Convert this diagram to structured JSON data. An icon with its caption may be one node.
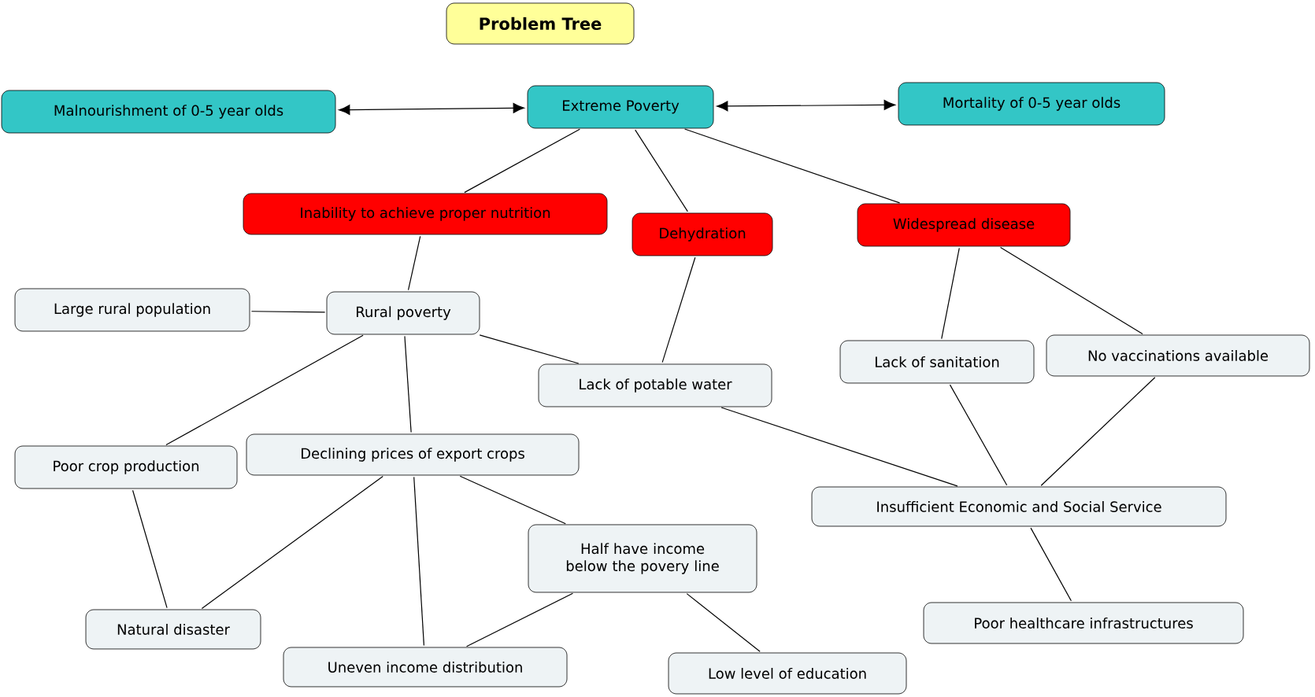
{
  "diagram": {
    "title": "Problem Tree",
    "nodes": [
      {
        "text": [
          "Malnourishment of 0-5 year olds"
        ]
      },
      {
        "text": [
          "Extreme Poverty"
        ]
      },
      {
        "text": [
          "Mortality of 0-5 year olds"
        ]
      },
      {
        "text": [
          "Inability to achieve proper nutrition"
        ]
      },
      {
        "text": [
          "Dehydration"
        ]
      },
      {
        "text": [
          "Widespread disease"
        ]
      },
      {
        "text": [
          "Large rural population"
        ]
      },
      {
        "text": [
          "Rural poverty"
        ]
      },
      {
        "text": [
          "Lack of potable water"
        ]
      },
      {
        "text": [
          "Lack of sanitation"
        ]
      },
      {
        "text": [
          "No vaccinations available"
        ]
      },
      {
        "text": [
          "Poor crop production"
        ]
      },
      {
        "text": [
          "Declining prices of export crops"
        ]
      },
      {
        "text": [
          "Half have income below the povery line"
        ]
      },
      {
        "text": [
          "Insufficient Economic and Social Service"
        ]
      },
      {
        "text": [
          "Natural disaster"
        ]
      },
      {
        "text": [
          "Uneven income distribution"
        ]
      },
      {
        "text": [
          "Low level of education"
        ]
      },
      {
        "text": [
          "Poor healthcare infrastructures"
        ]
      }
    ],
    "edges": [
      {
        "from": 0,
        "to": 1,
        "arrow": "both"
      },
      {
        "from": 1,
        "to": 2,
        "arrow": "both"
      },
      {
        "from": 1,
        "to": 3,
        "arrow": "none"
      },
      {
        "from": 1,
        "to": 4,
        "arrow": "none"
      },
      {
        "from": 1,
        "to": 5,
        "arrow": "none"
      },
      {
        "from": 3,
        "to": 7,
        "arrow": "none"
      },
      {
        "from": 4,
        "to": 8,
        "arrow": "none"
      },
      {
        "from": 5,
        "to": 9,
        "arrow": "none"
      },
      {
        "from": 5,
        "to": 10,
        "arrow": "none"
      },
      {
        "from": 6,
        "to": 7,
        "arrow": "none"
      },
      {
        "from": 7,
        "to": 8,
        "arrow": "none"
      },
      {
        "from": 7,
        "to": 11,
        "arrow": "none"
      },
      {
        "from": 7,
        "to": 12,
        "arrow": "none"
      },
      {
        "from": 8,
        "to": 14,
        "arrow": "none"
      },
      {
        "from": 9,
        "to": 14,
        "arrow": "none"
      },
      {
        "from": 10,
        "to": 14,
        "arrow": "none"
      },
      {
        "from": 14,
        "to": 18,
        "arrow": "none"
      },
      {
        "from": 11,
        "to": 15,
        "arrow": "none"
      },
      {
        "from": 12,
        "to": 15,
        "arrow": "none"
      },
      {
        "from": 12,
        "to": 16,
        "arrow": "none"
      },
      {
        "from": 12,
        "to": 13,
        "arrow": "none"
      },
      {
        "from": 13,
        "to": 16,
        "arrow": "none"
      },
      {
        "from": 13,
        "to": 17,
        "arrow": "none"
      }
    ]
  }
}
